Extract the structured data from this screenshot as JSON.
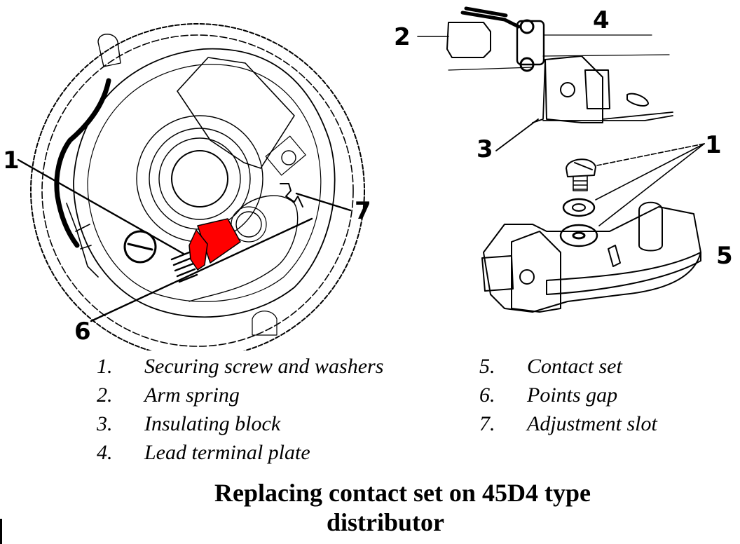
{
  "diagram": {
    "title_line1": "Replacing contact set on 45D4 type",
    "title_line2": "distributor",
    "highlight_color": "#ff0000",
    "line_color": "#000000",
    "background_color": "#ffffff",
    "callouts": {
      "left_1": "1",
      "left_6": "6",
      "left_7": "7",
      "right_2": "2",
      "right_4": "4",
      "right_3": "3",
      "right_1": "1",
      "right_5": "5"
    },
    "legend": [
      {
        "num": "1.",
        "label": "Securing screw and washers"
      },
      {
        "num": "2.",
        "label": "Arm spring"
      },
      {
        "num": "3.",
        "label": "Insulating block"
      },
      {
        "num": "4.",
        "label": "Lead terminal plate"
      },
      {
        "num": "5.",
        "label": "Contact set"
      },
      {
        "num": "6.",
        "label": "Points gap"
      },
      {
        "num": "7.",
        "label": "Adjustment slot"
      }
    ]
  }
}
